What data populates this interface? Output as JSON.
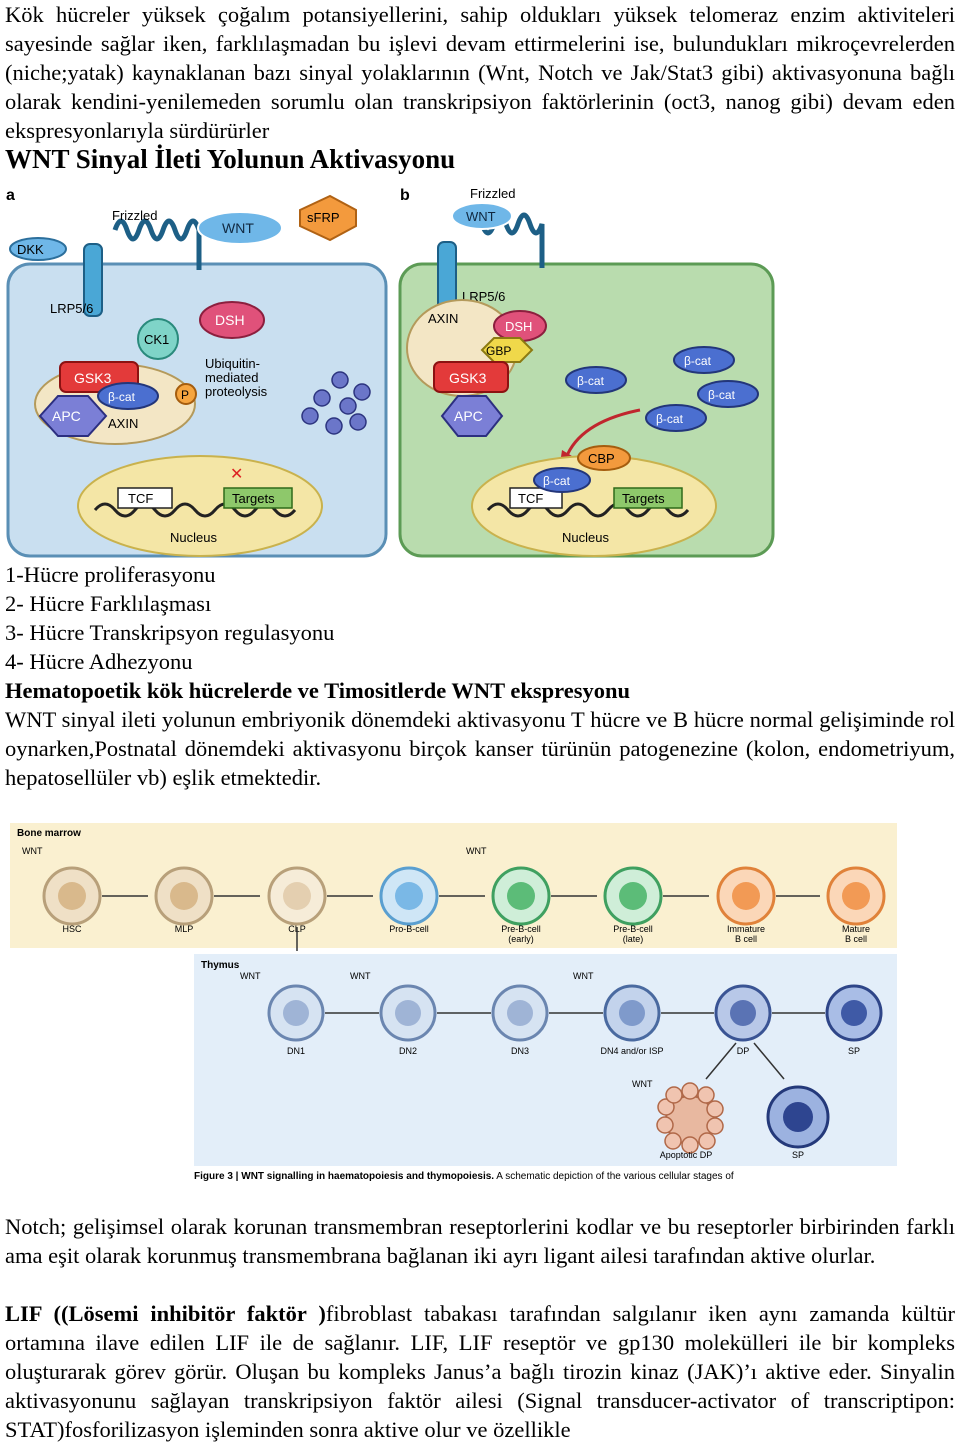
{
  "intro_text": "Kök hücreler yüksek çoğalım potansiyellerini, sahip oldukları yüksek telomeraz enzim aktiviteleri sayesinde sağlar iken, farklılaşmadan bu işlevi devam ettirmelerini ise, bulundukları mikroçevrelerden (niche;yatak) kaynaklanan bazı sinyal yolaklarının (Wnt, Notch ve Jak/Stat3 gibi) aktivasyonuna bağlı olarak kendini-yenilemeden sorumlu olan transkripsiyon faktörlerinin (oct3, nanog gibi) devam eden ekspresyonlarıyla sürdürürler",
  "heading1": "WNT Sinyal İleti Yolunun Aktivasyonu",
  "fig1": {
    "panel_a": "a",
    "panel_b": "b",
    "frizzled": "Frizzled",
    "wnt": "WNT",
    "sfrp": "sFRP",
    "dkk": "DKK",
    "lrp": "LRP5/6",
    "ck1": "CK1",
    "dsh": "DSH",
    "gsk3": "GSK3",
    "bcat": "β-cat",
    "apc": "APC",
    "axin": "AXIN",
    "p": "P",
    "ubiq1": "Ubiquitin-",
    "ubiq2": "mediated",
    "ubiq3": "proteolysis",
    "tcf": "TCF",
    "targets": "Targets",
    "nucleus": "Nucleus",
    "gbp": "GBP",
    "cbp": "CBP"
  },
  "list_items": [
    "1-Hücre proliferasyonu",
    "2- Hücre Farklılaşması",
    "3- Hücre Transkripsyon regulasyonu",
    "4- Hücre Adhezyonu"
  ],
  "heading2": "Hematopoetik kök hücrelerde ve Timositlerde WNT ekspresyonu",
  "wnt_paragraph": "WNT sinyal ileti yolunun embriyonik dönemdeki aktivasyonu T hücre ve B hücre normal gelişiminde rol oynarken,Postnatal dönemdeki aktivasyonu birçok kanser türünün patogenezine (kolon, endometriyum, hepatosellüler vb) eşlik etmektedir.",
  "fig2": {
    "bone_marrow": "Bone marrow",
    "thymus": "Thymus",
    "wnt": "WNT",
    "bm_cells": [
      "HSC",
      "MLP",
      "CLP",
      "Pro-B-cell",
      "Pre-B-cell",
      "Pre-B-cell",
      "Immature",
      "Mature"
    ],
    "bm_sub": [
      "",
      "",
      "",
      "",
      "(early)",
      "(late)",
      "B cell",
      "B cell"
    ],
    "thy_cells": [
      "DN1",
      "DN2",
      "DN3",
      "DN4 and/or ISP",
      "DP",
      "SP"
    ],
    "apoptotic": "Apoptotic DP",
    "sp": "SP",
    "caption_bold": "Figure 3 | WNT signalling in haematopoiesis and thymopoiesis.",
    "caption_rest": " A schematic depiction of the various cellular stages of"
  },
  "notch_paragraph": "Notch; gelişimsel olarak korunan transmembran reseptorlerini kodlar ve bu reseptorler birbirinden farklı ama eşit olarak korunmuş transmembrana bağlanan iki ayrı ligant ailesi tarafından aktive olurlar.",
  "lif_bold": "LIF ((Lösemi inhibitör faktör )",
  "lif_rest": "fibroblast tabakası tarafından salgılanır iken aynı zamanda kültür ortamına ilave edilen LIF ile de sağlanır. LIF, LIF reseptör ve gp130 molekülleri ile bir kompleks oluşturarak görev görür. Oluşan bu kompleks Janus’a bağlı tirozin kinaz (JAK)’ı aktive eder. Sinyalin aktivasyonunu sağlayan transkripsiyon faktör ailesi (Signal transducer-activator of transcriptipon: STAT)fosforilizasyon işleminden sonra aktive olur ve özellikle"
}
